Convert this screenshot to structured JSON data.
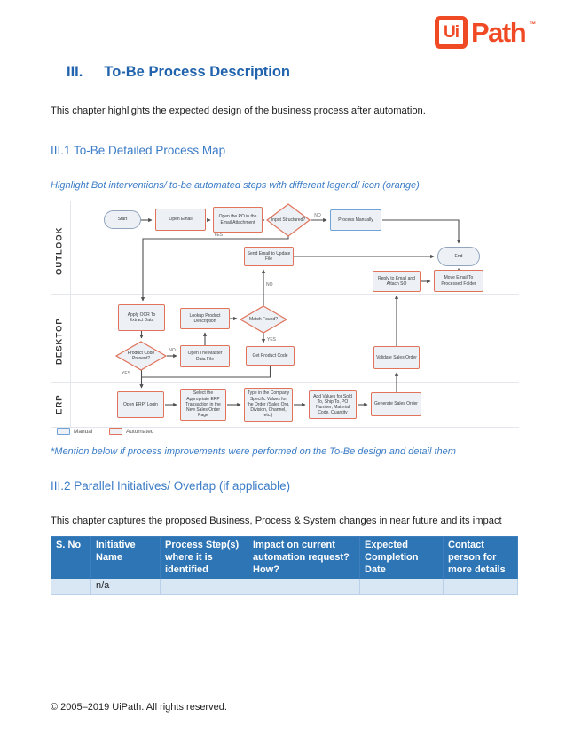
{
  "logo": {
    "ui": "Ui",
    "path": "Path",
    "tm": "™"
  },
  "title": {
    "number": "III.",
    "text": "To-Be Process Description"
  },
  "intro": "This chapter highlights the expected design of the business process after automation.",
  "section1": {
    "heading": "III.1 To-Be Detailed Process Map",
    "note": "Highlight Bot interventions/ to-be automated steps with different legend/ icon (orange)",
    "footnote": "*Mention below if process improvements were performed on the To-Be design and detail them"
  },
  "flowchart": {
    "lanes": {
      "outlook": "OUTLOOK",
      "desktop": "DESKTOP",
      "erp": "ERP"
    },
    "nodes": {
      "start": {
        "label": "Start",
        "type": "terminal"
      },
      "open_email": {
        "label": "Open Email",
        "type": "automated"
      },
      "open_po": {
        "label": "Open the PO in the Email Attachment",
        "type": "automated"
      },
      "input_structured": {
        "label": "Input Structured?",
        "type": "automated-decision"
      },
      "process_manually": {
        "label": "Process Manually",
        "type": "manual"
      },
      "send_email": {
        "label": "Send Email to Update File",
        "type": "automated"
      },
      "end": {
        "label": "End",
        "type": "terminal"
      },
      "reply_email": {
        "label": "Reply to Email and Attach SO",
        "type": "automated"
      },
      "move_email": {
        "label": "Move Email To Processed Folder",
        "type": "automated"
      },
      "apply_ocr": {
        "label": "Apply OCR To Extract Data",
        "type": "automated"
      },
      "lookup_product": {
        "label": "Lookup Product Description",
        "type": "automated"
      },
      "match_found": {
        "label": "Match Found?",
        "type": "automated-decision"
      },
      "product_code_present": {
        "label": "Product Code Present?",
        "type": "automated-decision"
      },
      "open_master": {
        "label": "Open The Master Data File",
        "type": "automated"
      },
      "get_product_code": {
        "label": "Get Product Code",
        "type": "automated"
      },
      "validate_so": {
        "label": "Validate Sales Order",
        "type": "automated"
      },
      "open_erp": {
        "label": "Open ERP/ Login",
        "type": "automated"
      },
      "select_txn": {
        "label": "Select the Appropriate ERP Transaction in the New Sales Order Page",
        "type": "automated"
      },
      "type_values": {
        "label": "Type in the Company Specific Values for the Order (Sales Org, Division, Channel, etc.)",
        "type": "automated"
      },
      "add_values": {
        "label": "Add Values for Sold To, Ship To, PO Number, Material Code, Quantity",
        "type": "automated"
      },
      "generate_so": {
        "label": "Generate Sales Order",
        "type": "automated"
      }
    },
    "edge_labels": {
      "yes": "YES",
      "no": "NO"
    },
    "legend": {
      "manual": "Manual",
      "automated": "Automated"
    }
  },
  "section2": {
    "heading": "III.2 Parallel Initiatives/ Overlap (if applicable)",
    "intro": "This chapter captures the proposed Business, Process & System changes in near future and its impact"
  },
  "table": {
    "headers": [
      "S. No",
      "Initiative Name",
      "Process Step(s) where it is identified",
      "Impact on current automation request? How?",
      "Expected Completion Date",
      "Contact person for more details"
    ],
    "rows": [
      [
        "",
        "n/a",
        "",
        "",
        "",
        ""
      ]
    ]
  },
  "footer": "© 2005–2019 UiPath. All rights reserved.",
  "colors": {
    "brand_orange": "#F04A24",
    "heading_blue": "#2163AC",
    "subheading_blue": "#3B7CC6",
    "table_header_bg": "#2E75B6",
    "table_row_bg": "#D9E6F4",
    "automated_border": "#E0735A",
    "manual_border": "#6FA3D8",
    "terminal_border": "#90A4BC",
    "node_fill": "#EDF1F6",
    "arrow": "#4F4F4F"
  }
}
